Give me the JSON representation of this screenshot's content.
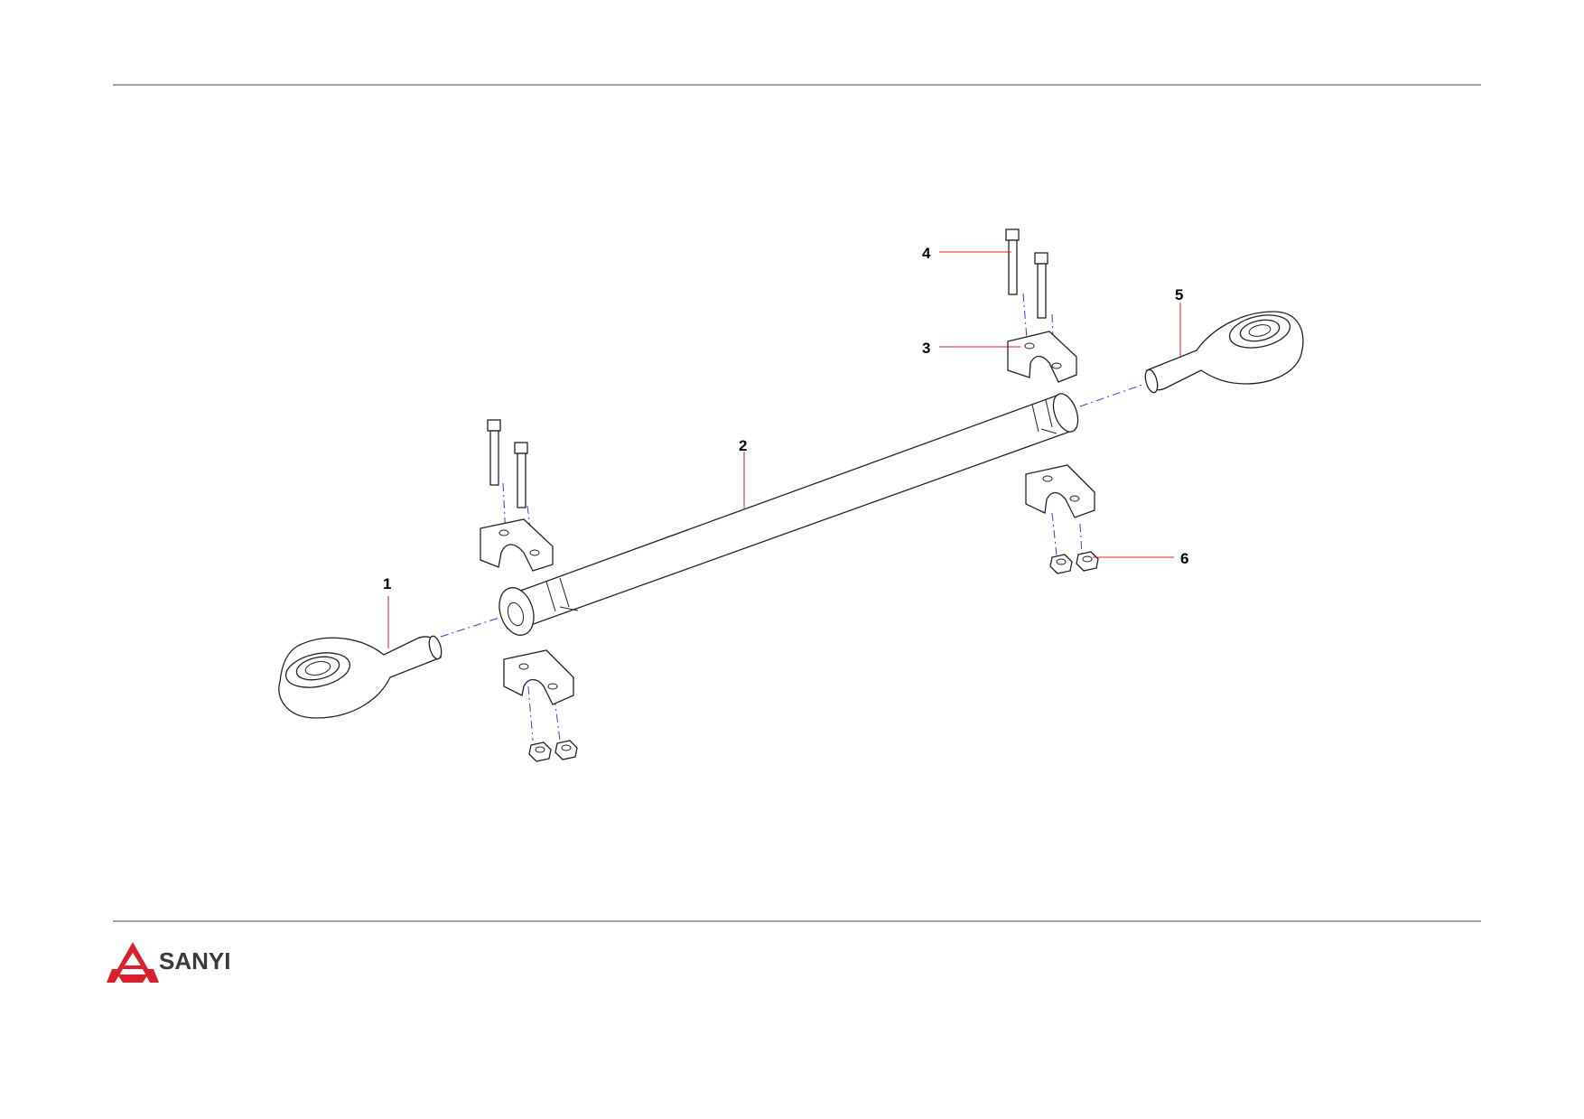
{
  "brand": {
    "name": "SANYI",
    "colors": {
      "logo_red": "#d8212a",
      "logo_text": "#3a3a3a",
      "leader": "#d8212a",
      "center_axis": "#3b3bd6"
    }
  },
  "callouts": [
    {
      "id": "1",
      "label": "1"
    },
    {
      "id": "2",
      "label": "2"
    },
    {
      "id": "3",
      "label": "3"
    },
    {
      "id": "4",
      "label": "4"
    },
    {
      "id": "5",
      "label": "5"
    },
    {
      "id": "6",
      "label": "6"
    }
  ]
}
